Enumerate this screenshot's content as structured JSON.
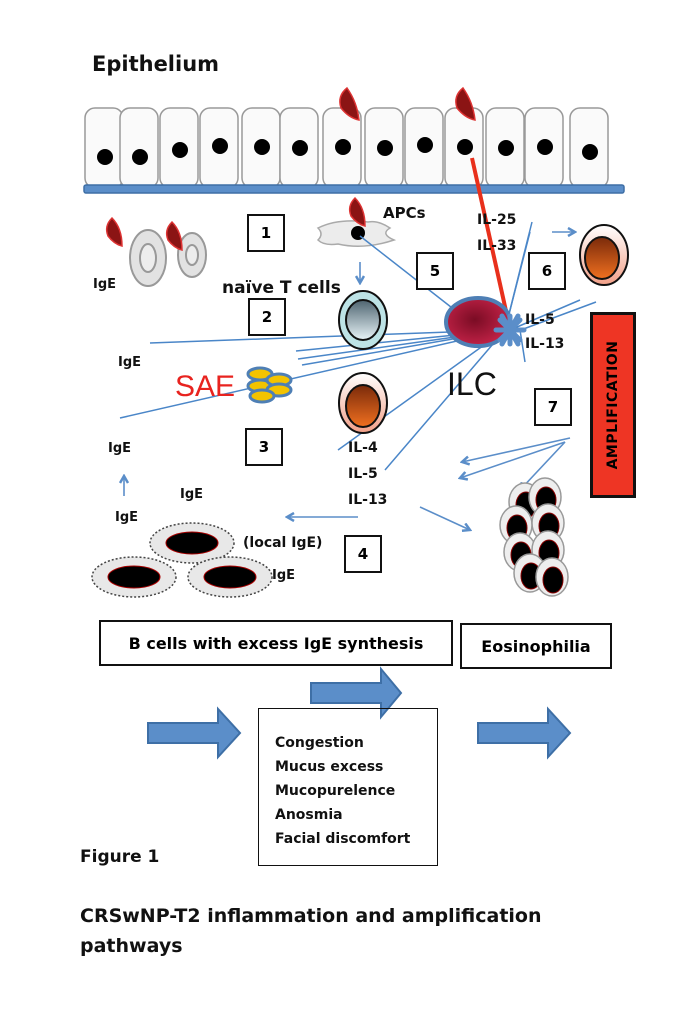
{
  "figure": {
    "label": "Figure 1",
    "caption_line1": "CRSwNP-T2 inflammation and amplification",
    "caption_line2": "pathways"
  },
  "labels": {
    "epithelium": "Epithelium",
    "apcs": "APCs",
    "naive_t_cells": "naïve T cells",
    "il25": "IL-25",
    "il33": "IL-33",
    "il5_top": "IL-5",
    "il13_top": "IL-13",
    "ilc": "ILC",
    "sae": "SAE",
    "il4": "IL-4",
    "il5_bottom": "IL-5",
    "il13_bottom": "IL-13",
    "ige_mast": "IgE",
    "ige_left1": "IgE",
    "ige_left2": "IgE",
    "ige_b1": "IgE",
    "ige_b2": "IgE",
    "ige_b3": "IgE",
    "local_ige": "(local IgE)",
    "amplification": "AMPLIFICATION"
  },
  "steps": [
    "1",
    "2",
    "3",
    "4",
    "5",
    "6",
    "7"
  ],
  "outcomes": {
    "b_cells": "B cells with excess IgE synthesis",
    "eosinophilia": "Eosinophilia"
  },
  "symptoms": [
    "Congestion",
    "Mucus excess",
    "Mucopurelence",
    "Anosmia",
    "Facial discomfort"
  ],
  "colors": {
    "arrow_blue": "#5b8ec9",
    "line_blue": "#4a86c8",
    "epithelium_red_line": "#e8301c",
    "amplification_red": "#ee3524",
    "sae_red": "#e8231f",
    "allergen_red": "#8b1414",
    "ilc_crimson": "#b0173b"
  }
}
